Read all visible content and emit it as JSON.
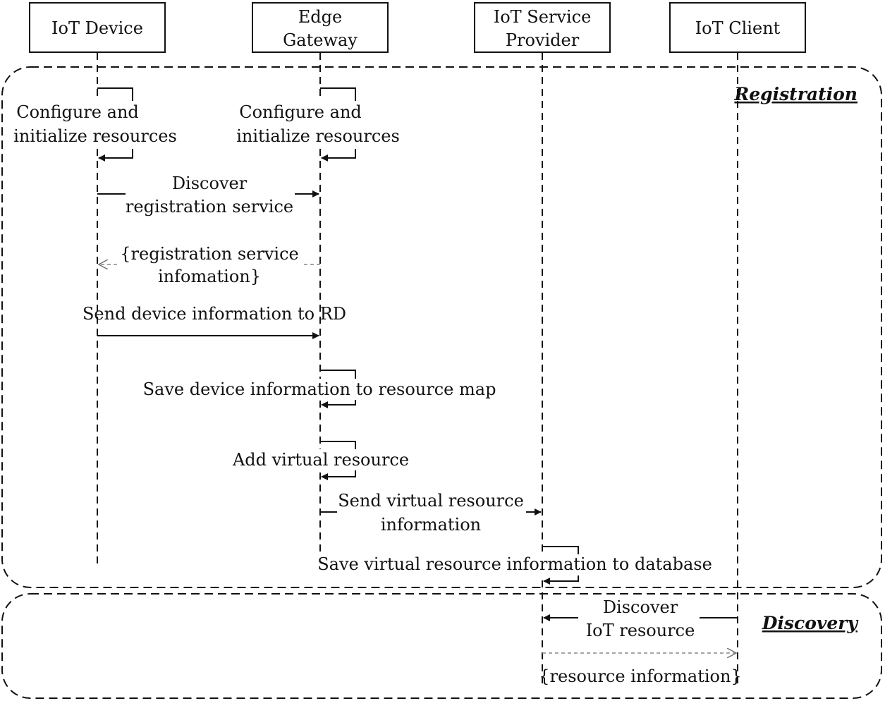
{
  "participants": [
    {
      "lines": [
        "IoT Device"
      ]
    },
    {
      "lines": [
        "Edge",
        "Gateway"
      ]
    },
    {
      "lines": [
        "IoT Service",
        "Provider"
      ]
    },
    {
      "lines": [
        "IoT Client"
      ]
    }
  ],
  "fragments": {
    "registration": "Registration",
    "discovery": "Discovery"
  },
  "messages": {
    "device_self_config": [
      "Configure and",
      "initialize resources"
    ],
    "gateway_self_config": [
      "Configure and",
      "initialize resources"
    ],
    "discover_registration": [
      "Discover",
      "registration service"
    ],
    "registration_info_reply": [
      "{registration service",
      "infomation}"
    ],
    "send_device_info": [
      "Send device information to RD"
    ],
    "save_device_info": [
      "Save device information to resource map"
    ],
    "add_virtual_resource": [
      "Add virtual resource"
    ],
    "send_virtual_resource": [
      "Send virtual resource",
      "information"
    ],
    "save_virtual_resource": [
      "Save virtual resource information to database"
    ],
    "discover_iot_resource": [
      "Discover",
      "IoT resource"
    ],
    "resource_info_reply": [
      "{resource information}"
    ]
  }
}
